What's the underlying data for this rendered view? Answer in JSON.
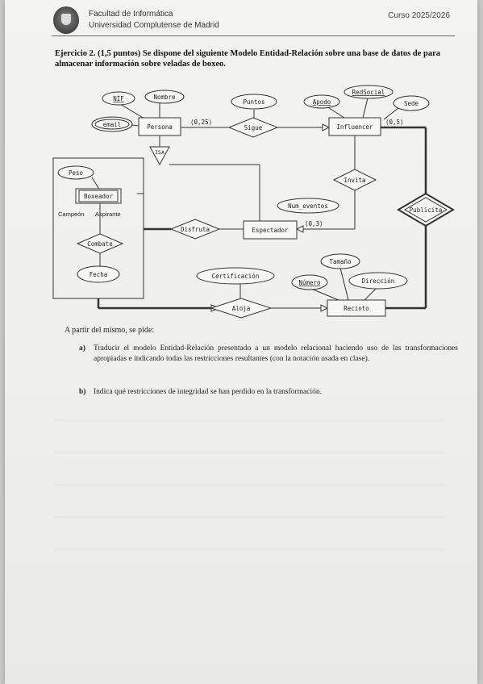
{
  "header": {
    "faculty": "Facultad de Informática",
    "university": "Universidad Complutense de Madrid",
    "course": "Curso 2025/2026"
  },
  "exercise": {
    "heading": "Ejercicio 2. (1,5 puntos)",
    "statement": "Se dispone del siguiente Modelo Entidad-Relación sobre una base de datos de para almacenar información sobre veladas de boxeo."
  },
  "diagram": {
    "entities": {
      "persona": "Persona",
      "influencer": "Influencer",
      "boxeador": "Boxeador",
      "espectador": "Espectador",
      "recinto": "Recinto"
    },
    "relationships": {
      "sigue": "Sigue",
      "invita": "Invita",
      "disfruta": "Disfruta",
      "combate": "Combate",
      "aloja": "Aloja",
      "publicita": "Publicita"
    },
    "attributes": {
      "nif": "NIF",
      "nombre": "Nombre",
      "email": "email",
      "puntos": "Puntos",
      "apodo": "Apodo",
      "redsocial": "RedSocial",
      "sede": "Sede",
      "peso": "Peso",
      "num_eventos": "Num_eventos",
      "fecha": "Fecha",
      "certificacion": "Certificación",
      "tamano": "Tamaño",
      "numero": "Número",
      "direccion": "Dirección"
    },
    "isa": "ISA",
    "subclass_labels": {
      "campeon": "Campeón",
      "aspirante": "Aspirante"
    },
    "cardinalities": {
      "persona_sigue": "(0,25)",
      "influencer_sigue": "(0,5)",
      "espectador_invita": "(0,3)"
    }
  },
  "intro": "A partir del mismo, se pide:",
  "questions": [
    {
      "label": "a)",
      "text": "Traducir el modelo Entidad-Relación presentado a un modelo relacional haciendo uso de las transformaciones apropiadas e indicando todas las restricciones resultantes (con la notación usada en clase)."
    },
    {
      "label": "b)",
      "text": "Indica qué restricciones de integridad se han perdido en la transformación."
    }
  ]
}
